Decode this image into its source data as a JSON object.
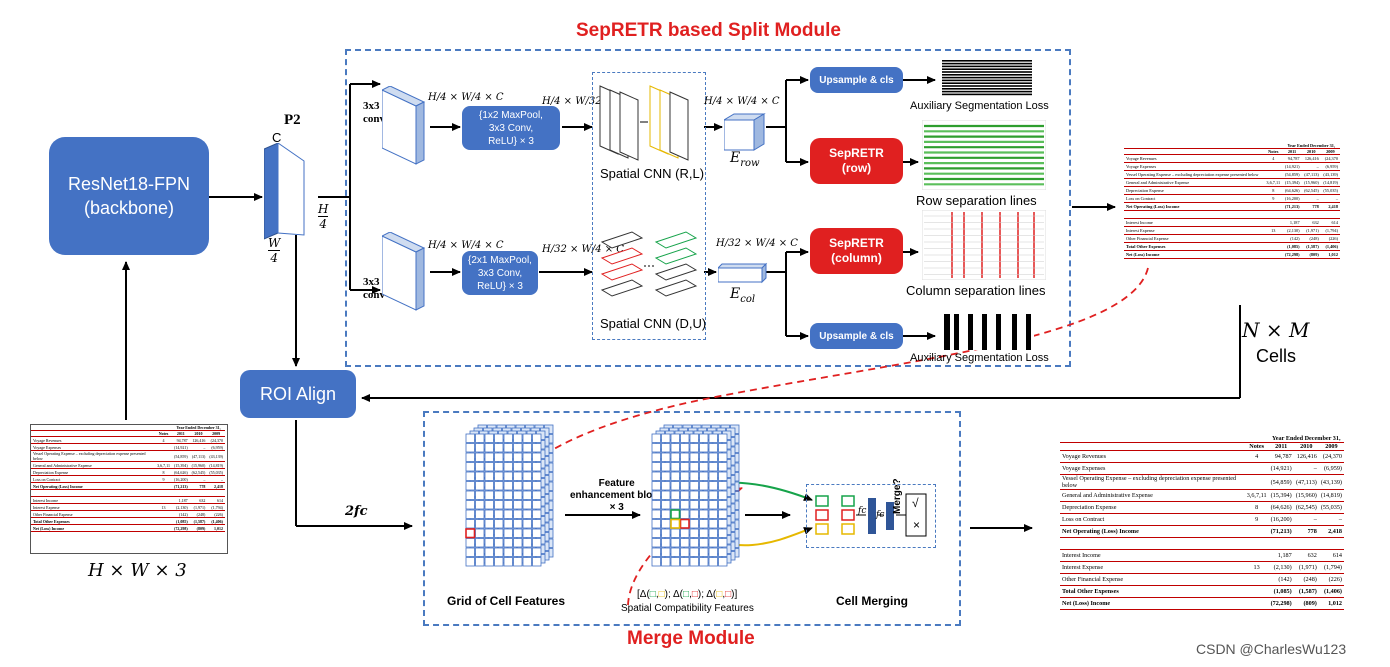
{
  "title_split": "SepRETR based Split Module",
  "title_merge": "Merge Module",
  "backbone": {
    "line1": "ResNet18-FPN",
    "line2": "(backbone)"
  },
  "p2": "P2",
  "c_label": "C",
  "h4_num": "H",
  "h4_den": "4",
  "w4_num": "W",
  "w4_den": "4",
  "conv_label": {
    "line1": "3x3",
    "line2": "conv"
  },
  "dim_quarter_row": "H/4 × W/4 × C",
  "dim_row_out": "H/4 × W/32 × C",
  "dim_col_out": "H/32 × W/4 × C",
  "row_pool": {
    "line1": "{1x2 MaxPool,",
    "line2": "3x3 Conv,",
    "line3": "ReLU} × 3"
  },
  "col_pool": {
    "line1": "{2x1 MaxPool,",
    "line2": "3x3 Conv,",
    "line3": "ReLU} × 3"
  },
  "spatial_row": "Spatial CNN (R,L)",
  "spatial_col": "Spatial CNN (D,U)",
  "e_row": "E",
  "e_row_sub": "row",
  "e_col": "E",
  "e_col_sub": "col",
  "upsample": "Upsample & cls",
  "aux_loss": "Auxiliary Segmentation Loss",
  "sepretr_row": "SepRETR\n(row)",
  "sepretr_col": "SepRETR\n(column)",
  "row_sep": "Row separation lines",
  "col_sep": "Column separation lines",
  "roi": "ROI Align",
  "nm": "N × M",
  "cells": "Cells",
  "two_fc": "2fc",
  "hw3": "H × W × 3",
  "grid_label": "Grid of Cell Features",
  "feat_block": {
    "line1": "Feature",
    "line2": "enhancement block",
    "line3": "× 3"
  },
  "spatial_compat": "Spatial Compatibility Features",
  "cell_merging": "Cell Merging",
  "merge_q": "Merge?",
  "fc": "fc",
  "watermark": "CSDN @CharlesWu123",
  "colors": {
    "blue": "#4472c4",
    "red": "#e02020",
    "dash": "#4a7ac0",
    "green": "#16a34a",
    "yellow": "#e6b800"
  },
  "table": {
    "header_group": "Year Ended December 31,",
    "headers": [
      "Notes",
      "2011",
      "2010",
      "2009"
    ],
    "rows": [
      {
        "label": "Voyage Revenues",
        "note": "4",
        "v2011": "94,787",
        "v2010": "126,416",
        "v2009": "(24,370"
      },
      {
        "label": "Voyage Expenses",
        "note": "",
        "v2011": "(14,921)",
        "v2010": "–",
        "v2009": "(6,959)"
      },
      {
        "label": "Vessel Operating Expense – excluding depreciation expense presented below",
        "note": "",
        "v2011": "(54,859)",
        "v2010": "(47,113)",
        "v2009": "(43,139)"
      },
      {
        "label": "General and Administrative Expense",
        "note": "3,6,7,11",
        "v2011": "(15,394)",
        "v2010": "(15,960)",
        "v2009": "(14,819)"
      },
      {
        "label": "Depreciation Expense",
        "note": "8",
        "v2011": "(64,626)",
        "v2010": "(62,545)",
        "v2009": "(55,035)"
      },
      {
        "label": "Loss on Contract",
        "note": "9",
        "v2011": "(16,200)",
        "v2010": "–",
        "v2009": "–"
      },
      {
        "label": "Net Operating (Loss) Income",
        "note": "",
        "v2011": "(71,213)",
        "v2010": "778",
        "v2009": "2,418"
      },
      {
        "label": "",
        "note": "",
        "v2011": "",
        "v2010": "",
        "v2009": ""
      },
      {
        "label": "Interest Income",
        "note": "",
        "v2011": "1,187",
        "v2010": "632",
        "v2009": "614"
      },
      {
        "label": "Interest Expense",
        "note": "13",
        "v2011": "(2,130)",
        "v2010": "(1,971)",
        "v2009": "(1,794)"
      },
      {
        "label": "Other Financial Expense",
        "note": "",
        "v2011": "(142)",
        "v2010": "(248)",
        "v2009": "(226)"
      },
      {
        "label": "Total Other Expenses",
        "note": "",
        "v2011": "(1,085)",
        "v2010": "(1,587)",
        "v2009": "(1,406)"
      },
      {
        "label": "Net (Loss) Income",
        "note": "",
        "v2011": "(72,298)",
        "v2010": "(809)",
        "v2009": "1,012"
      }
    ]
  }
}
